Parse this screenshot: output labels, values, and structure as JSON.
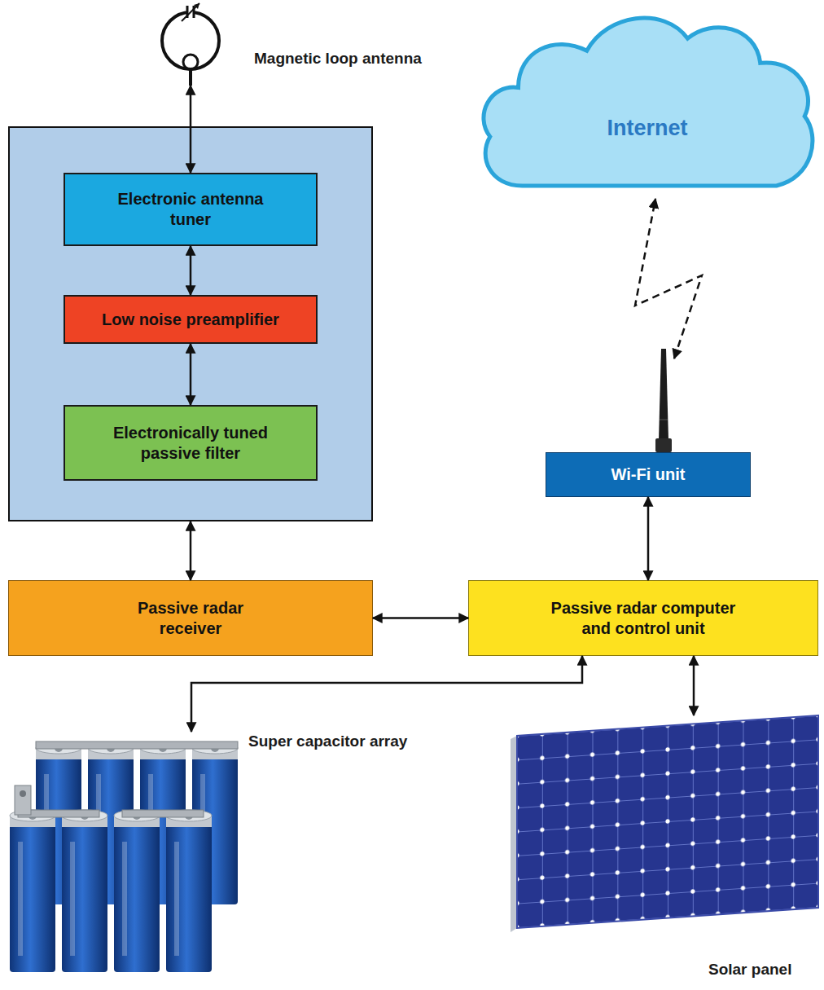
{
  "diagram": {
    "nodes": [
      {
        "text": [
          "Magnetic loop antenna"
        ]
      },
      {
        "text": [
          "Internet"
        ]
      },
      {
        "text": []
      },
      {
        "text": [
          "Electronic antenna tuner"
        ],
        "in": 2
      },
      {
        "text": [
          "Low noise preamplifier"
        ],
        "in": 2
      },
      {
        "text": [
          "Electronically tuned passive filter"
        ],
        "in": 2
      },
      {
        "text": [
          "Wi-Fi unit"
        ]
      },
      {
        "text": [
          "Passive radar receiver"
        ]
      },
      {
        "text": [
          "Passive radar computer and control unit"
        ]
      },
      {
        "text": [
          "Super capacitor array"
        ]
      },
      {
        "text": [
          "Solar panel"
        ]
      }
    ],
    "edges": [
      {
        "from": 0,
        "to": 3,
        "arrow": "both"
      },
      {
        "from": 3,
        "to": 4,
        "arrow": "both"
      },
      {
        "from": 4,
        "to": 5,
        "arrow": "both"
      },
      {
        "from": 2,
        "to": 7,
        "arrow": "both"
      },
      {
        "from": 7,
        "to": 8,
        "arrow": "both"
      },
      {
        "from": 6,
        "to": 8,
        "arrow": "both"
      },
      {
        "from": 6,
        "to": 1,
        "arrow": "both"
      },
      {
        "from": 8,
        "to": 9,
        "arrow": "both"
      },
      {
        "from": 8,
        "to": 10,
        "arrow": "both"
      }
    ]
  }
}
